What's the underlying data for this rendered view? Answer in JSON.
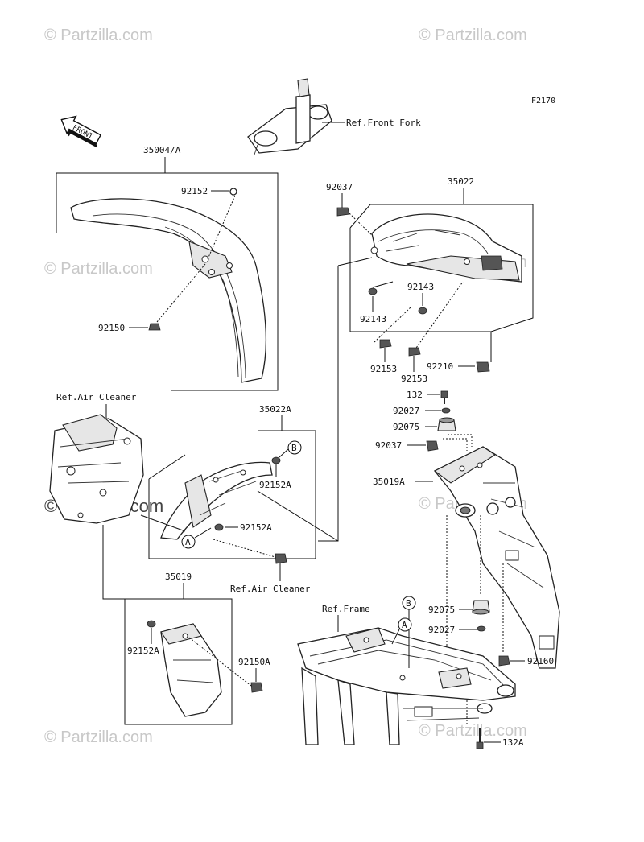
{
  "figure_code": "F2170",
  "front_label": "FRONT",
  "watermark": {
    "text": "© Partzilla.com",
    "text_large": "© Partzilla.com"
  },
  "callouts": {
    "ref_front_fork": "Ref.Front Fork",
    "p35004a": "35004/A",
    "p92152_top": "92152",
    "p92150": "92150",
    "p92037_top": "92037",
    "p35022": "35022",
    "p92143_right": "92143",
    "p92143_left": "92143",
    "p92153_left": "92153",
    "p92153_right": "92153",
    "p92210": "92210",
    "p132": "132",
    "p92027_top": "92027",
    "p92075_top": "92075",
    "p92037_mid": "92037",
    "p35019a": "35019A",
    "ref_air_cleaner_top": "Ref.Air Cleaner",
    "p35022a": "35022A",
    "p92152a_1": "92152A",
    "p92152a_2": "92152A",
    "ref_air_cleaner_bottom": "Ref.Air Cleaner",
    "p35019": "35019",
    "p92152a_3": "92152A",
    "p92150a": "92150A",
    "ref_frame": "Ref.Frame",
    "p92075_bottom": "92075",
    "p92027_bottom": "92027",
    "p92160": "92160",
    "p132a": "132A",
    "marker_a": "A",
    "marker_b": "B"
  }
}
